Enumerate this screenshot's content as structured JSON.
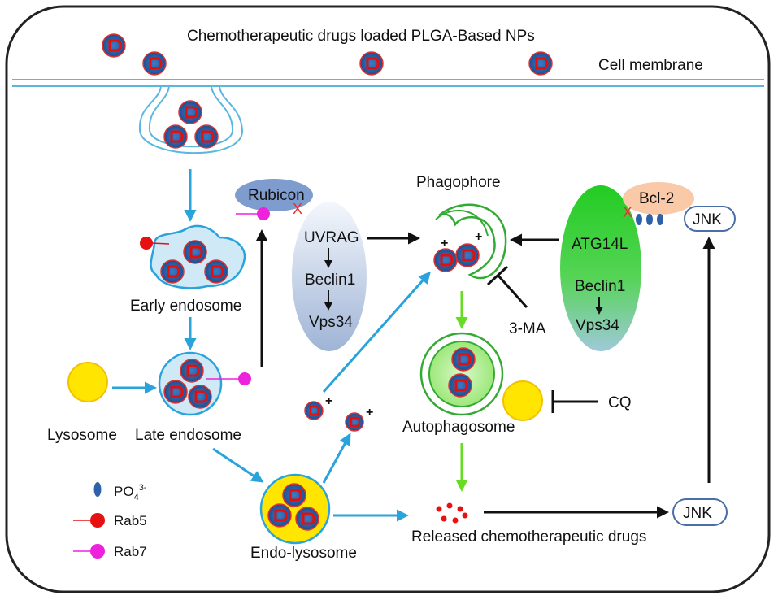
{
  "title": "Chemotherapeutic drugs loaded PLGA-Based NPs",
  "labels": {
    "cell_membrane": "Cell membrane",
    "early_endosome": "Early endosome",
    "late_endosome": "Late endosome",
    "lysosome": "Lysosome",
    "endo_lysosome": "Endo-lysosome",
    "phagophore": "Phagophore",
    "autophagosome": "Autophagosome",
    "released_drugs": "Released chemotherapeutic drugs",
    "rubicon": "Rubicon",
    "uvrag": "UVRAG",
    "beclin1_left": "Beclin1",
    "vps34_left": "Vps34",
    "atg14l": "ATG14L",
    "beclin1_right": "Beclin1",
    "vps34_right": "Vps34",
    "bcl2": "Bcl-2",
    "jnk_top": "JNK",
    "jnk_bottom": "JNK",
    "three_ma": "3-MA",
    "cq": "CQ",
    "inhibit_mark": "X",
    "plus": "+"
  },
  "legend": {
    "po4_base": "PO",
    "po4_sub": "4",
    "po4_sup": "3-",
    "rab5": "Rab5",
    "rab7": "Rab7"
  },
  "colors": {
    "blue_arrow": "#29a3db",
    "green_arrow": "#66dd22",
    "black_arrow": "#111111",
    "membrane": "#5bb7e0",
    "np_blue": "#2e62a8",
    "np_letter": "#e01010",
    "lysosome_fill": "#ffe500",
    "rab5": "#e81010",
    "rab7": "#ee22dd",
    "atg_oval": "#33cc33",
    "bcl2_fill": "#f9c9a8",
    "rubicon_fill": "#7f9ccf",
    "inhibit_x": "#e53030"
  }
}
